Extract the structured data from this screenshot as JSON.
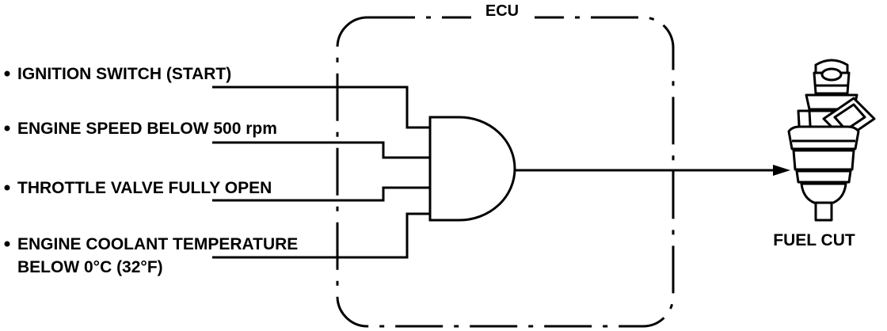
{
  "ecu_label": "ECU",
  "inputs": [
    {
      "label": "IGNITION SWITCH (START)"
    },
    {
      "label": "ENGINE SPEED BELOW 500 rpm"
    },
    {
      "label": "THROTTLE VALVE FULLY OPEN"
    },
    {
      "label": "ENGINE COOLANT TEMPERATURE",
      "label2": "BELOW   0°C (32°F)"
    }
  ],
  "output_label": "FUEL CUT",
  "colors": {
    "ink": "#000000",
    "background": "#ffffff"
  },
  "icons": {
    "bullet": "bullet-dot-icon",
    "gate": "and-gate-icon",
    "injector": "fuel-injector-icon",
    "arrow": "arrowhead-icon"
  }
}
